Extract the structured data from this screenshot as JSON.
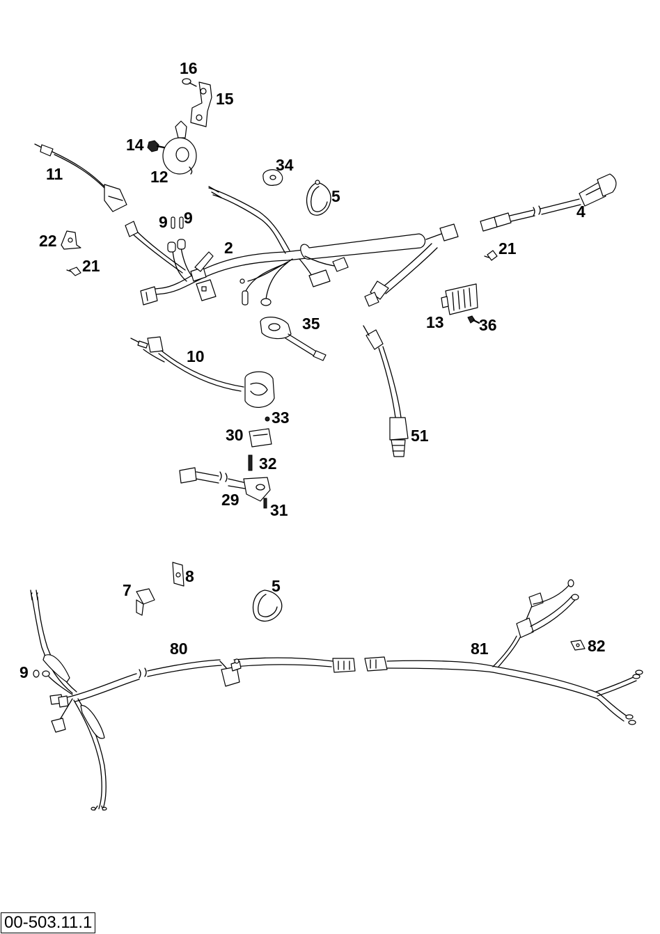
{
  "document_code": "00-503.11.1",
  "part_labels": {
    "p16": "16",
    "p15": "15",
    "p14": "14",
    "p12": "12",
    "p11": "11",
    "p34": "34",
    "p5a": "5",
    "p4": "4",
    "p9a": "9",
    "p9b": "9",
    "p22": "22",
    "p21a": "21",
    "p2": "2",
    "p21b": "21",
    "p35": "35",
    "p13": "13",
    "p36": "36",
    "p10": "10",
    "p33": "33",
    "p51": "51",
    "p30": "30",
    "p32": "32",
    "p29": "29",
    "p31": "31",
    "p8": "8",
    "p7": "7",
    "p5b": "5",
    "p80": "80",
    "p81": "81",
    "p82": "82",
    "p9c": "9"
  }
}
